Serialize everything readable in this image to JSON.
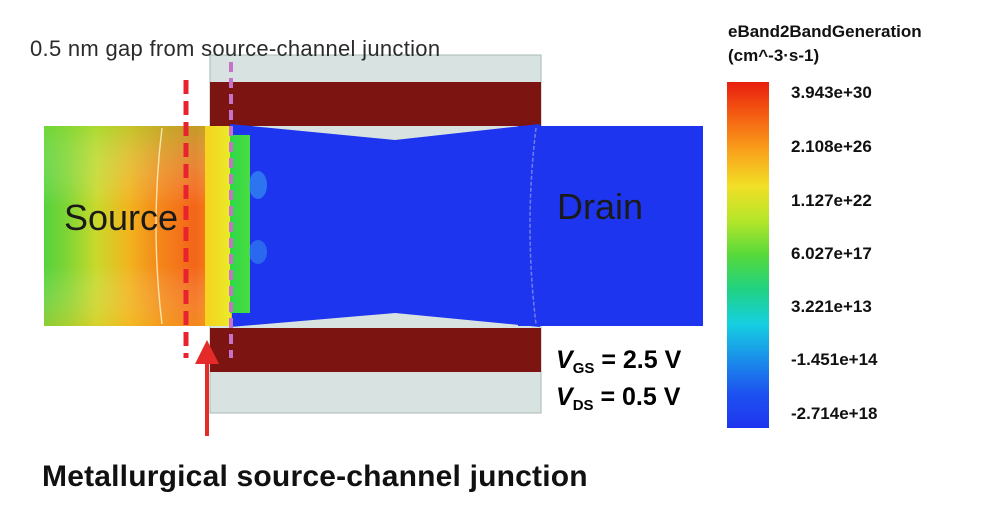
{
  "annotations": {
    "gap_caption": "0.5 nm gap from source-channel junction",
    "source_label": "Source",
    "drain_label": "Drain",
    "vgs": {
      "var": "V",
      "sub": "GS",
      "value": "=  2.5 V"
    },
    "vds": {
      "var": "V",
      "sub": "DS",
      "value": "=  0.5 V"
    },
    "junction_caption": "Metallurgical source-channel junction"
  },
  "legend": {
    "title_line1": "eBand2BandGeneration",
    "title_line2": "(cm^-3·s-1)",
    "ticks": [
      "3.943e+30",
      "2.108e+26",
      "1.127e+22",
      "6.027e+17",
      "3.221e+13",
      "-1.451e+14",
      "-2.714e+18"
    ]
  },
  "colors": {
    "gate_oxide": "#d8e3e1",
    "gate_metal": "#7c1412",
    "channel_blue": "#1e35ef",
    "marker_red": "#e8222e",
    "marker_purple": "#c772c9",
    "arrow_red": "#e52a2a"
  }
}
